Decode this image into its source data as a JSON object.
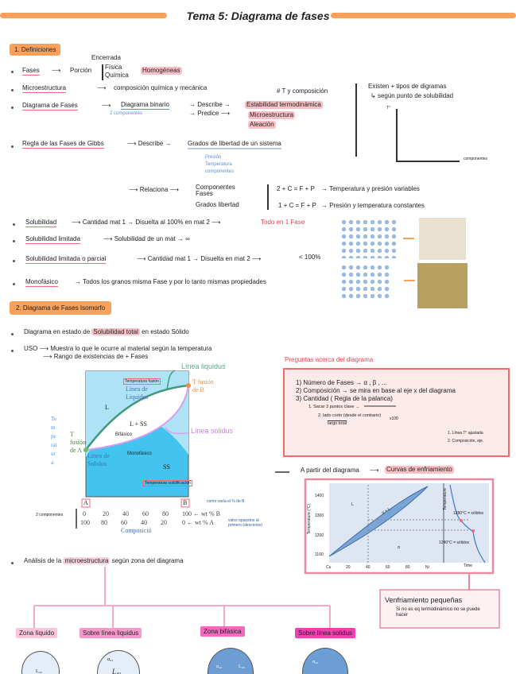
{
  "title": "Tema 5: Diagrama de fases",
  "colors": {
    "accent": "#f9a15a",
    "highlight": "#f9c0c6",
    "pink": "#f7a9c6",
    "magenta": "#f050b0",
    "red": "#f06a78",
    "blue": "#5b8fd0"
  },
  "s1": {
    "heading": "1.  Definiciones",
    "fases": {
      "term": "Fases",
      "porcion": "Porción",
      "fisica": "Física",
      "quimica": "Química",
      "encerrada": "Encerrada",
      "homogeneas": "Homogéneas"
    },
    "micro": {
      "term": "Microestructura",
      "def": "composición química y mecánica"
    },
    "diagrama": {
      "term": "Diagrama de Fases",
      "binario": "Diagrama binario",
      "componentes": "2 componentes",
      "describe": "Describe",
      "estabilidad": "Estabilidad termodinámica",
      "tycomp": "# T y composición",
      "predice": "Predice",
      "micro": "Microestructura",
      "aleacion": "Aleación"
    },
    "tipos": {
      "line1": "Existen + tipos de digramas",
      "line2": "según punto de solubilidad",
      "y": "T°",
      "x": "componentes"
    },
    "gibbs": {
      "term": "Regla de las Fases de Gibbs",
      "describe": "Describe",
      "grados": "Grados de libertad de un sistema",
      "vars": [
        "Presión",
        "Temperatura",
        "componentes"
      ],
      "relaciona": "Relaciona",
      "rel_items": [
        "Componentes",
        "Fases",
        "Grados libertad"
      ],
      "eq1": "2 + C = F + P",
      "eq1_desc": "Temperatura y presión variables",
      "eq2": "1 + C = F + P",
      "eq2_desc": "Presión y temperatura constantes"
    },
    "solub": {
      "term": "Solubilidad",
      "def": "Cantidad mat 1 → Disuelta al 100% en mat 2",
      "result": "Todo en 1 Fase"
    },
    "solub_lim": {
      "term": "Solubilidad limitada",
      "def": "Solubilidad de un mat → ∞"
    },
    "solub_par": {
      "term": "Solubilidad limitada o parcial",
      "def": "Cantidad mat 1 → Disuelta en mat 2",
      "result": "< 100%"
    },
    "mono": {
      "term": "Monofásico",
      "def": "Todos los granos misma Fase y por lo tanto mismas propiedades"
    }
  },
  "s2": {
    "heading": "2.  Diagrama de Fases Isomorfo",
    "b1_pre": "Diagrama en estado de ",
    "b1_hl": "Solubilidad total",
    "b1_post": " en estado Sólido",
    "uso": "USO",
    "uso1": "Muestra lo que le ocurre al material según la temperatura",
    "uso2": "Rango de existencias de + Fases",
    "pd": {
      "liquidus": "Línea liquidus",
      "solidus": "Línea solidus",
      "tfb": "T fusión de B",
      "tfa": "T fusión de A",
      "L": "L",
      "lss": "L + SS",
      "bifasico": "Bifásico",
      "monofasico": "Monofásico",
      "ss": "SS",
      "linea_liq": "Línea de Liquidus",
      "linea_sol": "Línea de Solidus",
      "ylabel": "Temperatura",
      "A": "A",
      "B": "B",
      "comp_label": "2 componentes",
      "row1": [
        "0",
        "20",
        "40",
        "60",
        "80",
        "100 ← wt % B"
      ],
      "row2": [
        "100",
        "80",
        "60",
        "40",
        "20",
        "0 ← wt % A"
      ],
      "xlabel": "Composició",
      "note1": "como varía el % de B",
      "note2": "valos opuestos al primero (descenso)",
      "top_note": "Temperatura fusión",
      "bot_note": "Temperatura solidificación"
    },
    "preg": {
      "title": "Preguntas acerca del diagrama",
      "l1": "1) Número de Fases → α , β , ...",
      "l2": "2) Composición → se mira en base al eje x del diagrama",
      "l3": "3) Cantidad ( Regla de la palanca)",
      "l4": "1. Sacar 3 puntos clave →",
      "l5": "2. lado corto (desde el contrario)",
      "l5b": "x100",
      "l6": "largo total",
      "l7": "1. Línea T° ajustada",
      "l8": "2. Composición, eje."
    },
    "apartir": "A partir del diagrama",
    "curvas": "Curvas de enfriamiento",
    "cool": {
      "yticks": [
        "1400",
        "1300",
        "1200",
        "1100"
      ],
      "xticks": [
        "Cu",
        "20",
        "40",
        "60",
        "80",
        "Ni"
      ],
      "ylabel": "Temperature (°C)",
      "L": "L",
      "aL": "α + L",
      "alpha": "α",
      "t2": "Temperature",
      "p1": "1280°C = sólidos",
      "p2": "1240°C = sólidos",
      "xlab2": "Time"
    },
    "enfr": {
      "title": "Venfriamiento pequeñas",
      "sub": "Si no es eq termodinámico no se puede hacer"
    },
    "analisis_pre": "Análisis de la ",
    "analisis_hl": "microestructura",
    "analisis_post": " según zona del diagrama",
    "zones": [
      {
        "label": "Zona líquido",
        "inner": "L₄₀"
      },
      {
        "label": "Sobre línea liquidus",
        "inner": "L₄₀",
        "inner2": "α₅₂"
      },
      {
        "label": "Zona bifásica",
        "inner": "α₄₀",
        "inner2": "L₂₈"
      },
      {
        "label": "Sobre línea solidus",
        "inner": "α₄₀"
      }
    ]
  }
}
